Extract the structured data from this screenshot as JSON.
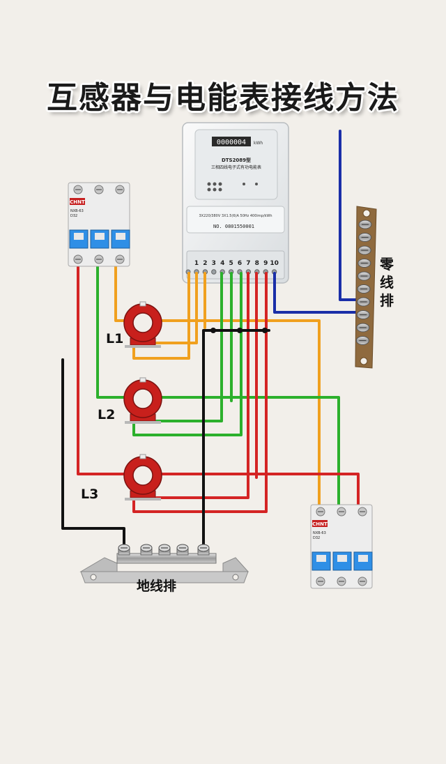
{
  "title": "互感器与电能表接线方法",
  "meter": {
    "reading_digits": "0000004",
    "unit": "kWh",
    "model": "DTS2089型",
    "name": "三相四线电子式有功电能表",
    "spec": "3X220/380V  3X1.5(6)A  50Hz  400imp/kWh",
    "serial": "NO. 0801550001",
    "terminals": [
      "1",
      "2",
      "3",
      "4",
      "5",
      "6",
      "7",
      "8",
      "9",
      "10"
    ]
  },
  "breaker_brand": "CHNT",
  "breaker_model": "NXB-63",
  "breaker_rating": "D32",
  "labels": {
    "l1": "L1",
    "l2": "L2",
    "l3": "L3",
    "neutral_bar": "零线排",
    "ground_bar": "地线排"
  },
  "colors": {
    "phase_a": "#f0a01e",
    "phase_b": "#2cb02c",
    "phase_c": "#d42424",
    "neutral": "#1a2ea8",
    "ground": "#111111",
    "ct_red": "#c8201c",
    "breaker_blue": "#2f8fe6"
  }
}
